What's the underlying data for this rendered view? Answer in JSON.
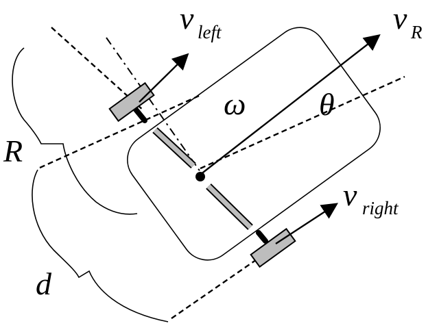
{
  "labels": {
    "v_left": {
      "main": "v",
      "sub": "left"
    },
    "v_R": {
      "main": "v",
      "sub": "R"
    },
    "omega": "ω",
    "theta": "θ",
    "v_right": {
      "main": "v",
      "sub": "right"
    },
    "R": "R",
    "d": "d"
  }
}
